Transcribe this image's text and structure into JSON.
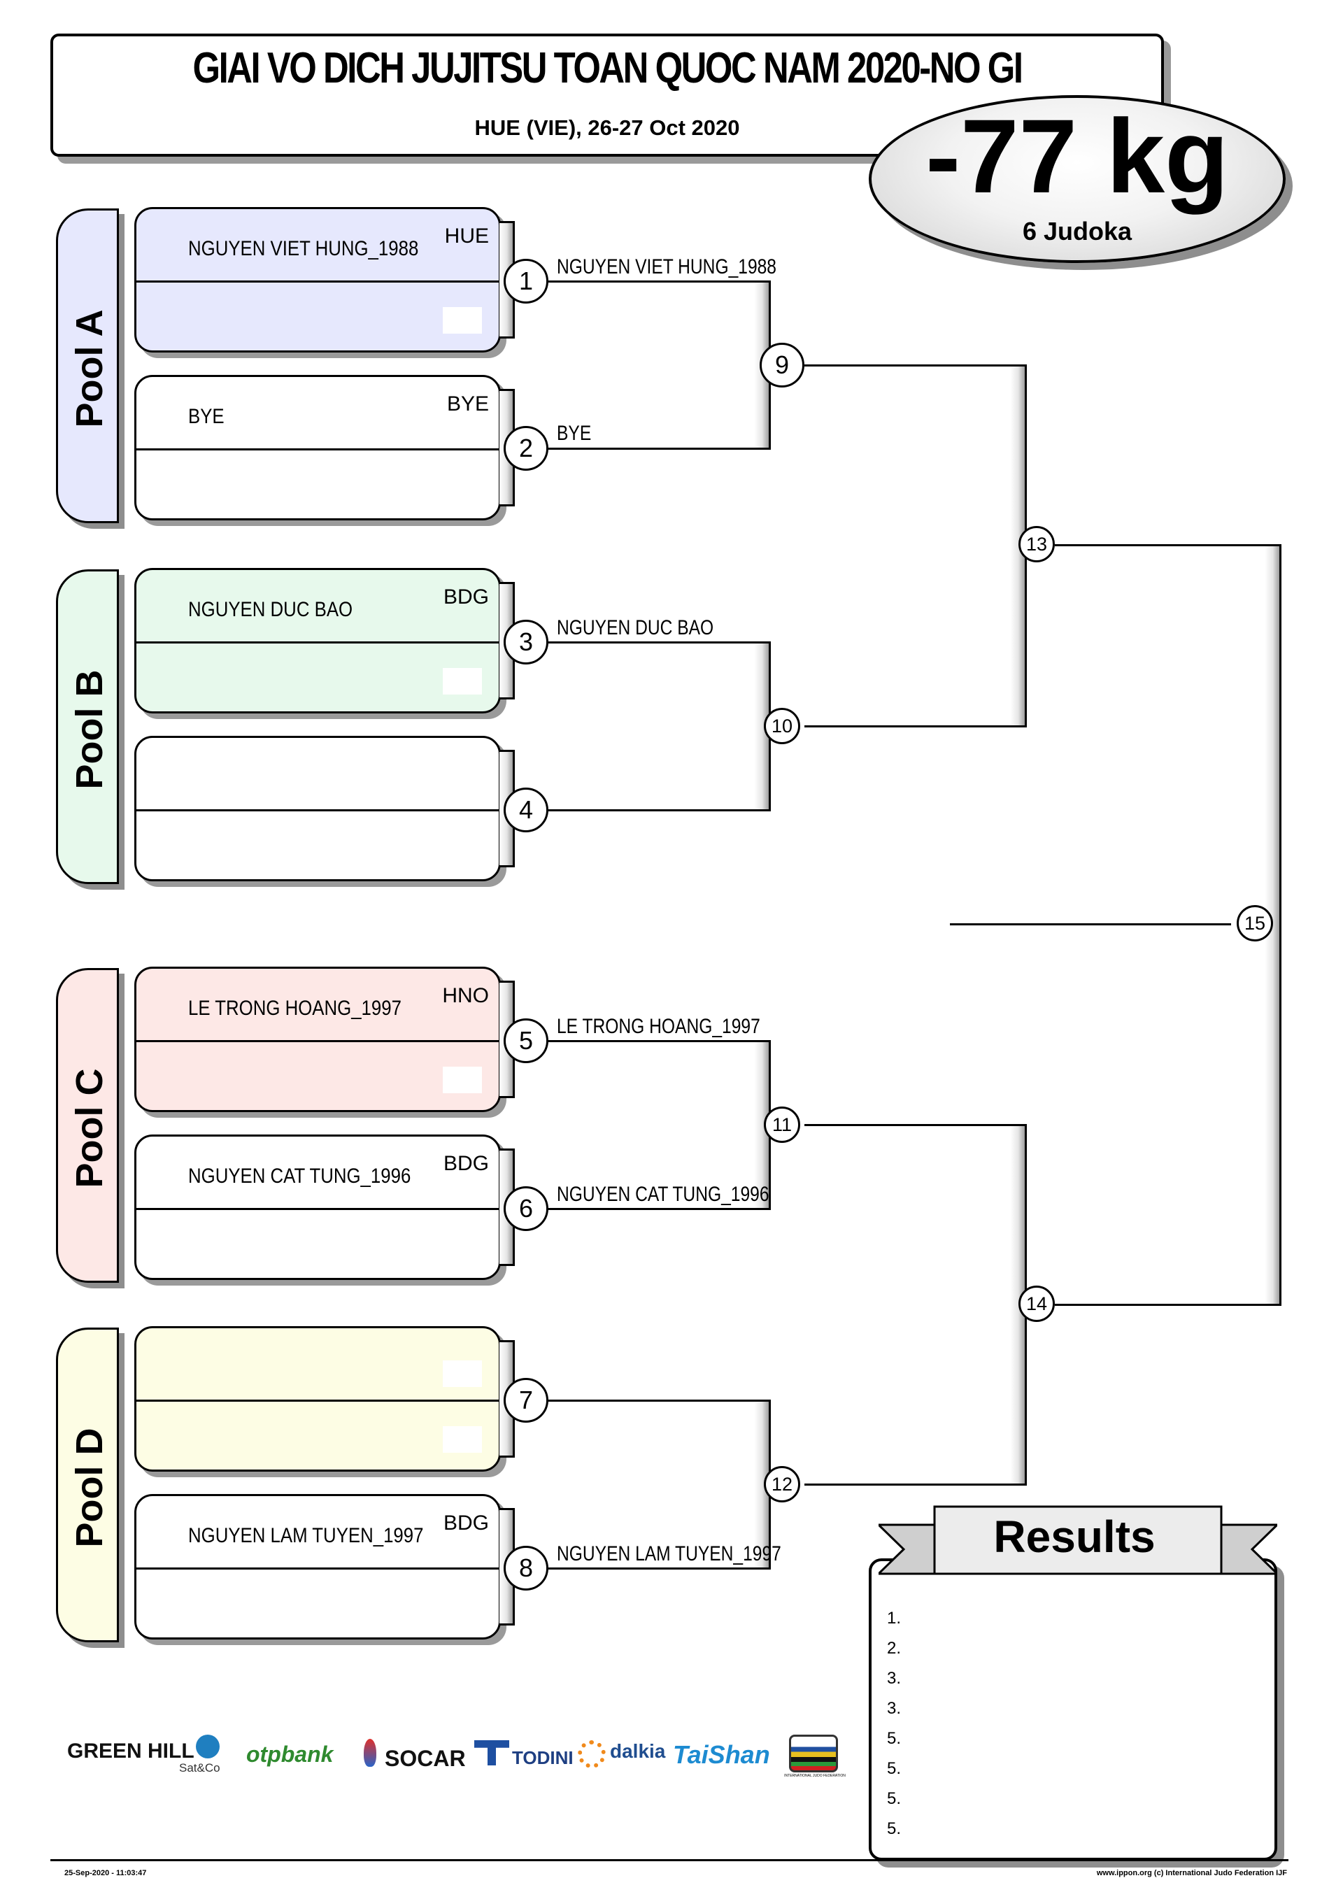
{
  "event": {
    "title": "GIAI VO DICH JUJITSU TOAN QUOC NAM 2020-NO GI",
    "subtitle": "HUE (VIE), 26-27 Oct 2020"
  },
  "category": {
    "weight": "-77 kg",
    "count": "6 Judoka"
  },
  "pools": [
    {
      "label": "Pool A",
      "color": "#e6e8fd"
    },
    {
      "label": "Pool B",
      "color": "#e7f9ec"
    },
    {
      "label": "Pool C",
      "color": "#fde8e6"
    },
    {
      "label": "Pool D",
      "color": "#fdfde4"
    }
  ],
  "competitors": [
    {
      "name": "NGUYEN VIET HUNG_1988",
      "country": "HUE"
    },
    {
      "name": "BYE",
      "country": "BYE"
    },
    {
      "name": "NGUYEN DUC BAO",
      "country": "BDG"
    },
    {
      "name": "",
      "country": ""
    },
    {
      "name": "LE TRONG HOANG_1997",
      "country": "HNO"
    },
    {
      "name": "NGUYEN CAT TUNG_1996",
      "country": "BDG"
    },
    {
      "name": "",
      "country": ""
    },
    {
      "name": "NGUYEN LAM TUYEN_1997",
      "country": "BDG"
    }
  ],
  "bracket": {
    "round1_numbers": [
      "1",
      "2",
      "3",
      "4",
      "5",
      "6",
      "7",
      "8"
    ],
    "round1_winners": [
      "NGUYEN VIET HUNG_1988",
      "BYE",
      "NGUYEN DUC BAO",
      "",
      "LE TRONG HOANG_1997",
      "NGUYEN CAT TUNG_1996",
      "",
      "NGUYEN LAM TUYEN_1997"
    ],
    "round2_numbers": [
      "9",
      "10",
      "11",
      "12"
    ],
    "round3_numbers": [
      "13",
      "14"
    ],
    "final_number": "15"
  },
  "results": {
    "title": "Results",
    "places": [
      "1.",
      "2.",
      "3.",
      "3.",
      "5.",
      "5.",
      "5.",
      "5."
    ]
  },
  "sponsors": [
    "GREEN HILL",
    "Sat&Co",
    "otpbank",
    "SOCAR",
    "TODINI",
    "dalkia",
    "TaiShan",
    "INTERNATIONAL JUDO FEDERATION"
  ],
  "footer": {
    "left": "25-Sep-2020 - 11:03:47",
    "right": "www.ippon.org  (c) International Judo Federation IJF"
  }
}
